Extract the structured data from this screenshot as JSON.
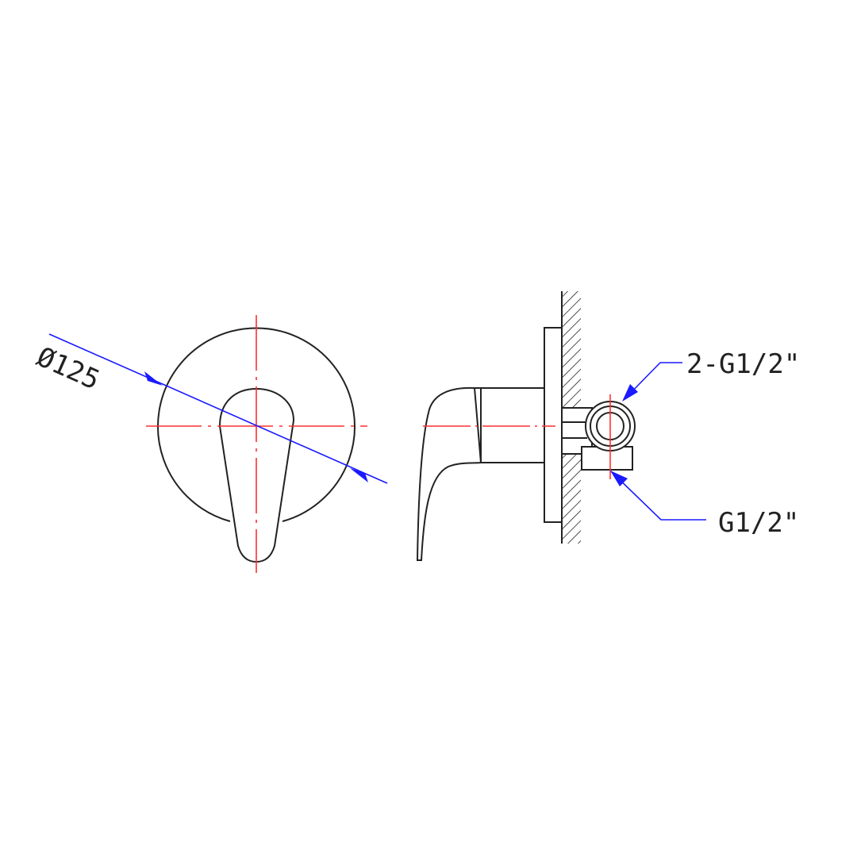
{
  "drawing": {
    "front_view": {
      "diameter_label": "Ø125"
    },
    "side_view": {
      "outlet_label": "2-G1/2\"",
      "inlet_label": "G1/2\""
    }
  },
  "colors": {
    "outline": "#222222",
    "centerline": "#ff3030",
    "dimension": "#1a1aff"
  }
}
